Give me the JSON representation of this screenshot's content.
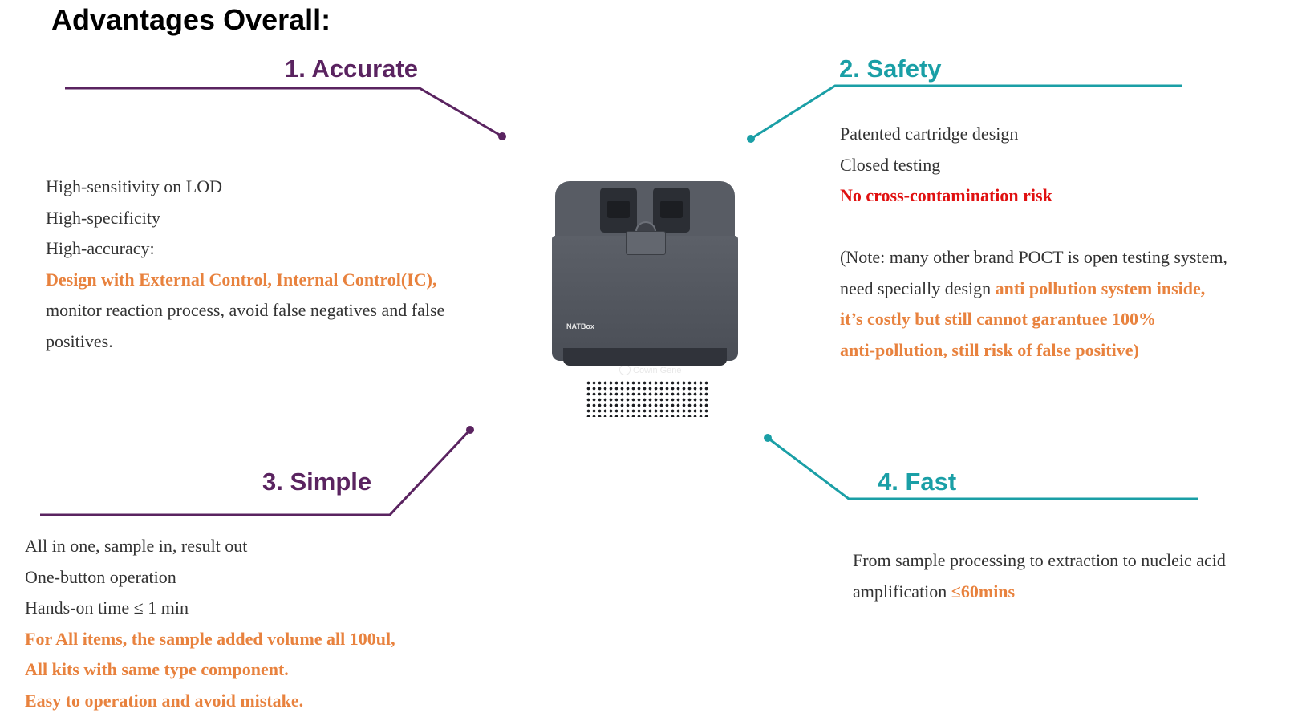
{
  "page_title": "Advantages Overall:",
  "colors": {
    "purple": "#5a2360",
    "teal": "#1a9fa6",
    "orange": "#e8823e",
    "red": "#e01010",
    "text": "#333333"
  },
  "sections": {
    "accurate": {
      "heading": "1. Accurate",
      "lines": [
        "High-sensitivity on LOD",
        "High-specificity",
        "High-accuracy:",
        "Design with External Control, Internal Control(IC),",
        "monitor reaction process, avoid false negatives and false",
        "positives."
      ]
    },
    "safety": {
      "heading": "2. Safety",
      "lines": [
        "Patented cartridge design",
        "Closed testing",
        "No cross-contamination risk"
      ],
      "note": {
        "line1": "(Note: many other brand POCT is open testing system,",
        "line2_plain": "need specially design ",
        "line2_highlight": "anti pollution system inside,",
        "line3": "it’s costly but still cannot garantuee 100%",
        "line4": "anti-pollution, still risk of false positive)"
      }
    },
    "simple": {
      "heading": "3. Simple",
      "lines": [
        "All in one, sample in, result out",
        "One-button operation",
        "Hands-on time ≤ 1 min",
        "For All items, the sample added volume all 100ul,",
        "All kits with same type component.",
        "Easy to operation and avoid mistake."
      ]
    },
    "fast": {
      "heading": "4. Fast",
      "line1": "From sample processing to extraction to nucleic acid",
      "line2_plain": "amplification ",
      "line2_highlight": "≤60mins"
    }
  },
  "device": {
    "model_label": "NATBox",
    "brand_label": "Cowin Gene"
  }
}
